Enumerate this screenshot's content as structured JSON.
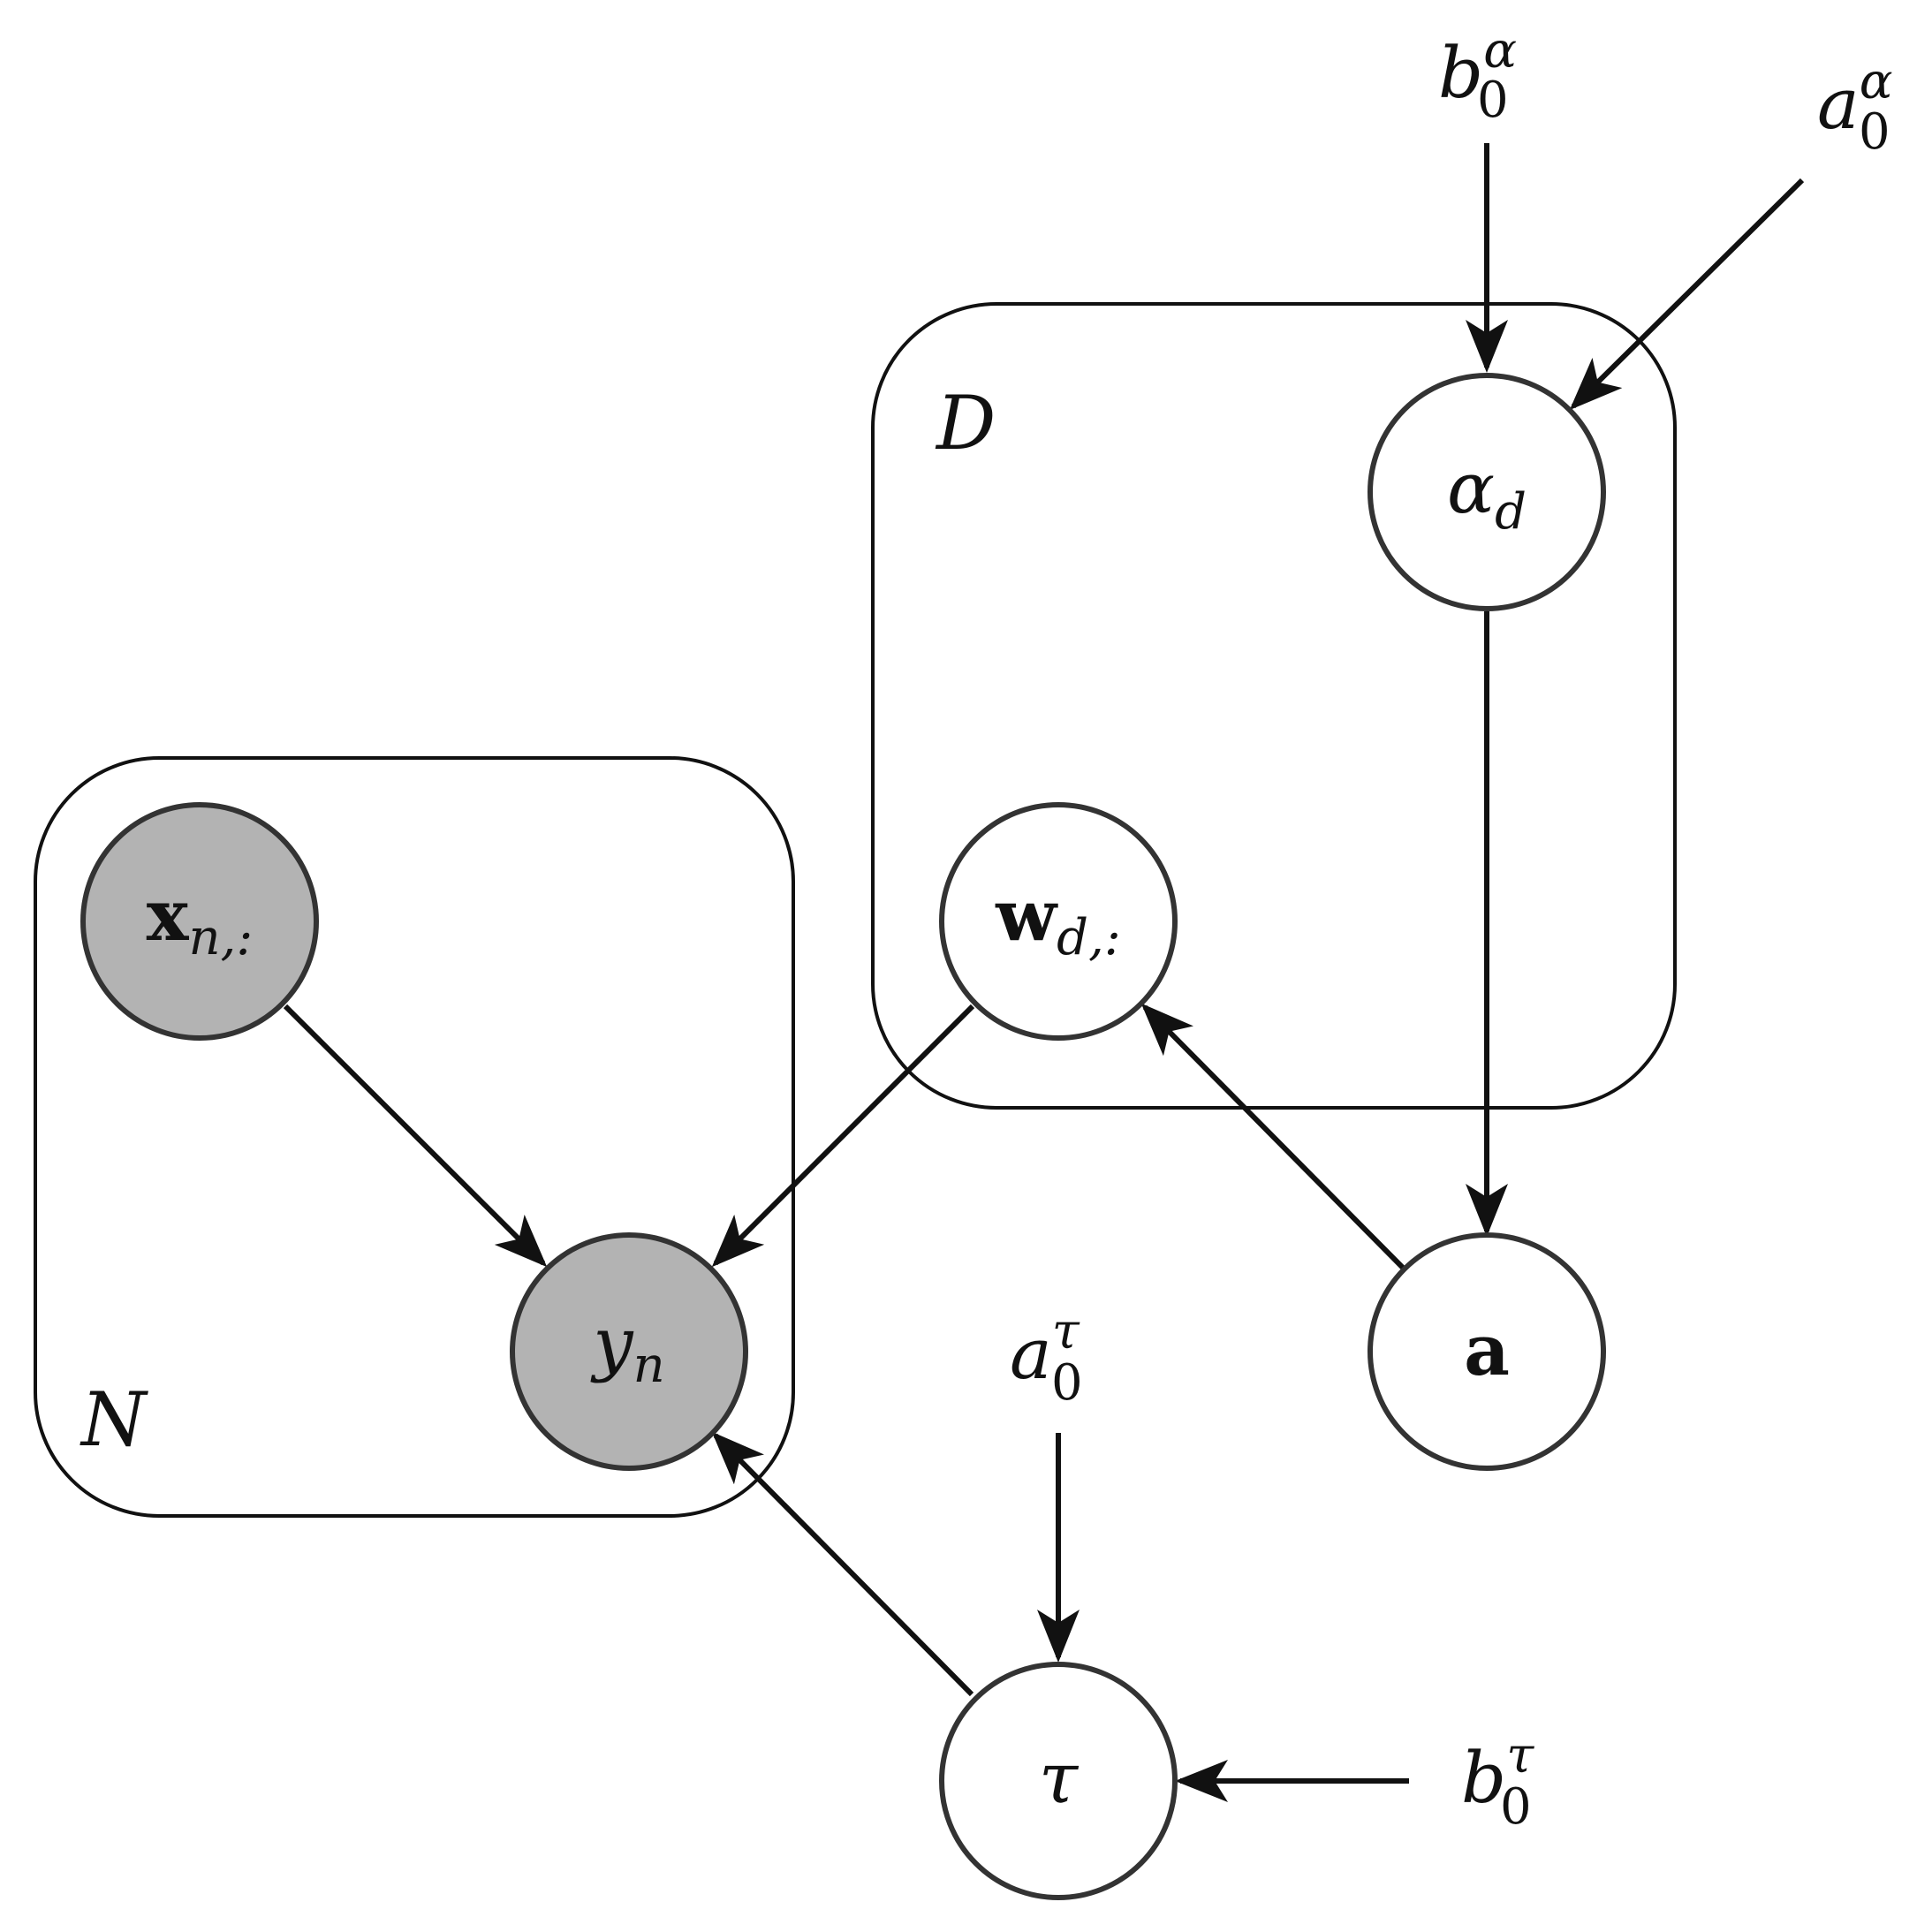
{
  "plates": {
    "D": {
      "label": "D"
    },
    "N": {
      "label": "N"
    }
  },
  "nodes": {
    "alpha": {
      "base": "α",
      "sub": "d",
      "observed": false
    },
    "w": {
      "base": "w",
      "sub": "d,:",
      "observed": false
    },
    "x": {
      "base": "x",
      "sub": "n,:",
      "observed": true
    },
    "y": {
      "base": "y",
      "sub": "n",
      "observed": true
    },
    "a": {
      "base": "a",
      "observed": false
    },
    "tau": {
      "base": "τ",
      "observed": false
    }
  },
  "hyperparams": {
    "b0_alpha": {
      "base": "b",
      "sub": "0",
      "sup": "α"
    },
    "a0_alpha": {
      "base": "a",
      "sub": "0",
      "sup": "α"
    },
    "a0_tau": {
      "base": "a",
      "sub": "0",
      "sup": "τ"
    },
    "b0_tau": {
      "base": "b",
      "sub": "0",
      "sup": "τ"
    }
  },
  "edges": [
    {
      "from": "b0_alpha",
      "to": "alpha"
    },
    {
      "from": "a0_alpha",
      "to": "alpha"
    },
    {
      "from": "alpha",
      "to": "a"
    },
    {
      "from": "a",
      "to": "w"
    },
    {
      "from": "w",
      "to": "y"
    },
    {
      "from": "x",
      "to": "y"
    },
    {
      "from": "tau",
      "to": "y"
    },
    {
      "from": "a0_tau",
      "to": "tau"
    },
    {
      "from": "b0_tau",
      "to": "tau"
    }
  ],
  "colors": {
    "observed_fill": "#b3b3b3",
    "latent_fill": "#ffffff",
    "stroke": "#333333"
  }
}
